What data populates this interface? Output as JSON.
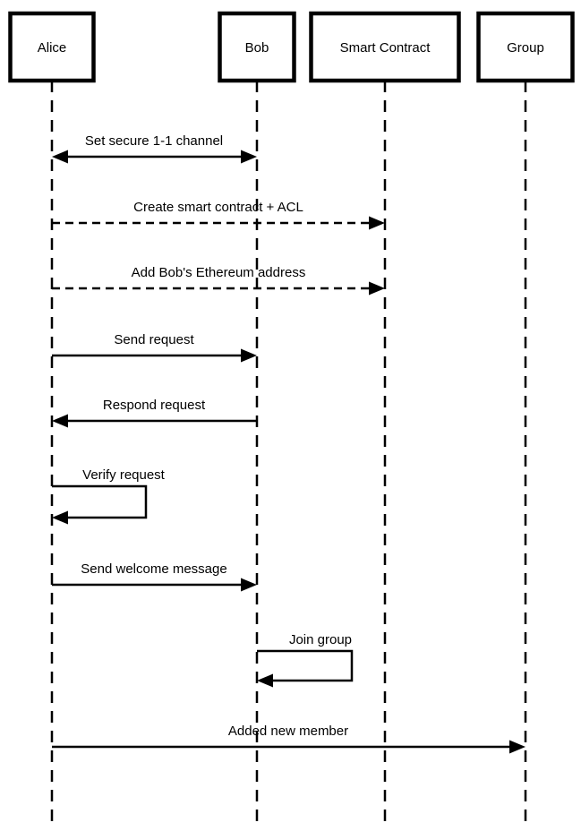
{
  "diagram": {
    "type": "sequence-diagram",
    "colors": {
      "background": "#ffffff",
      "line": "#000000",
      "text": "#000000",
      "actor_fill": "#ffffff"
    },
    "actors": [
      {
        "name": "Alice"
      },
      {
        "name": "Bob"
      },
      {
        "name": "Smart Contract"
      },
      {
        "name": "Group"
      }
    ],
    "messages": [
      {
        "from": "Alice",
        "to": "Bob",
        "label": "Set secure 1-1 channel",
        "line": "solid",
        "arrow": "both"
      },
      {
        "from": "Alice",
        "to": "Smart Contract",
        "label": "Create smart contract + ACL",
        "line": "dashed",
        "arrow": "end"
      },
      {
        "from": "Alice",
        "to": "Smart Contract",
        "label": "Add Bob's Ethereum address",
        "line": "dashed",
        "arrow": "end"
      },
      {
        "from": "Alice",
        "to": "Bob",
        "label": "Send request",
        "line": "solid",
        "arrow": "end"
      },
      {
        "from": "Bob",
        "to": "Alice",
        "label": "Respond request",
        "line": "solid",
        "arrow": "end"
      },
      {
        "from": "Alice",
        "to": "Alice",
        "label": "Verify request",
        "line": "solid",
        "arrow": "self"
      },
      {
        "from": "Alice",
        "to": "Bob",
        "label": "Send welcome message",
        "line": "solid",
        "arrow": "end"
      },
      {
        "from": "Bob",
        "to": "Bob",
        "label": "Join group",
        "line": "solid",
        "arrow": "self"
      },
      {
        "from": "Alice",
        "to": "Group",
        "label": "Added new member",
        "line": "solid",
        "arrow": "end"
      }
    ]
  }
}
